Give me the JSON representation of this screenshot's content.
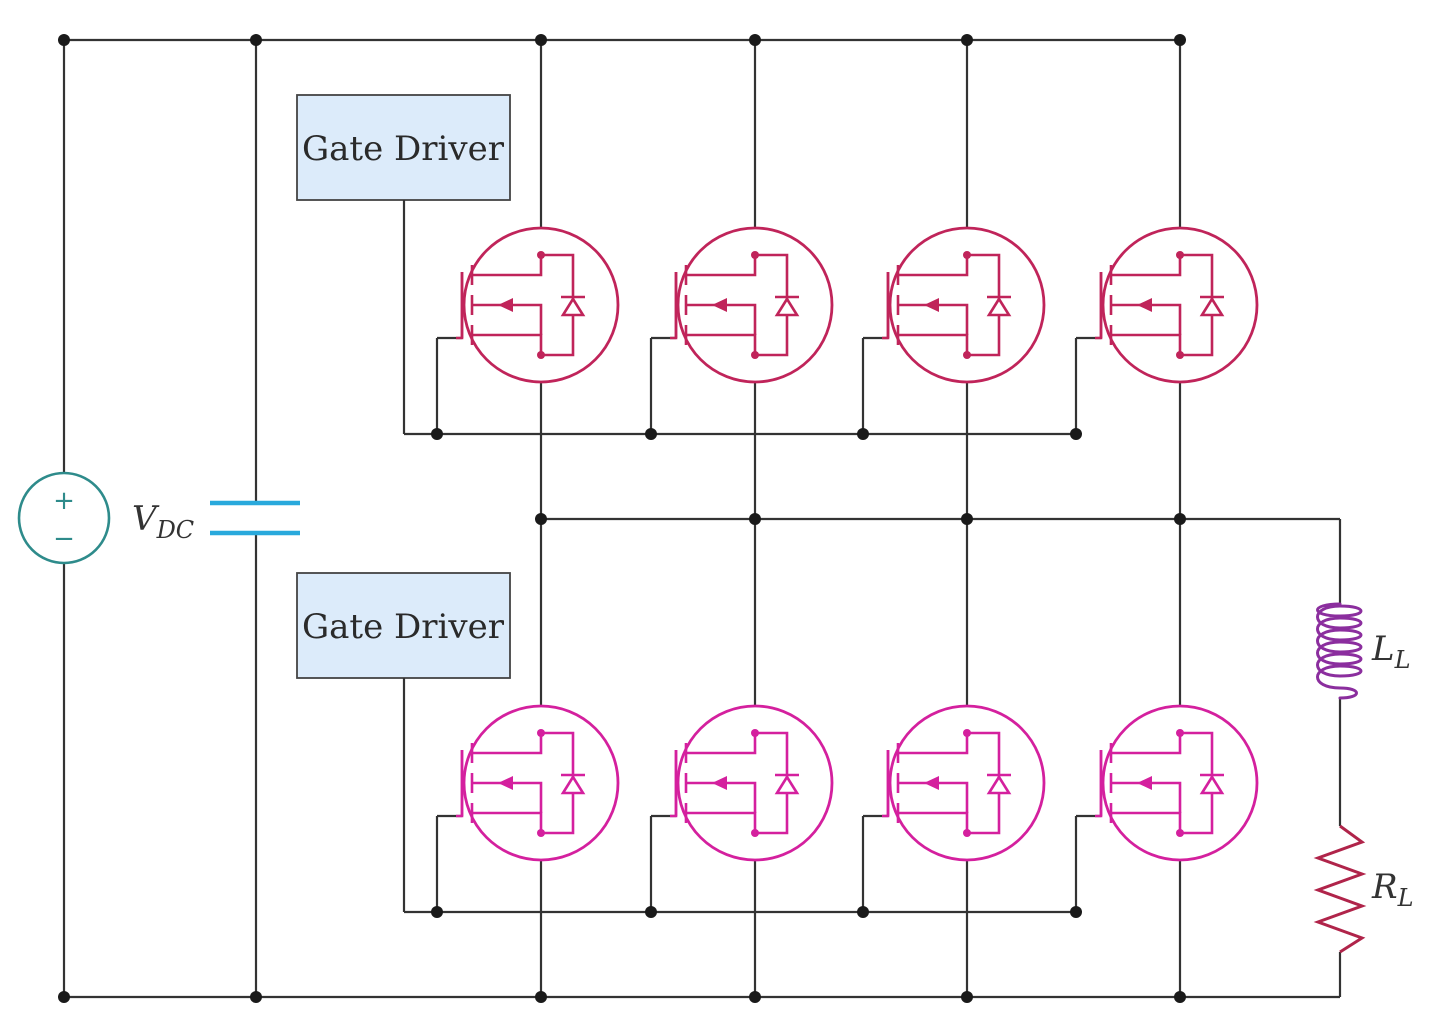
{
  "upper_gate_driver": {
    "label": "Gate Driver"
  },
  "lower_gate_driver": {
    "label": "Gate Driver"
  },
  "source": {
    "symbol": "V",
    "subscript": "DC",
    "plus": "+",
    "minus": "−"
  },
  "load_inductor": {
    "symbol": "L",
    "subscript": "L"
  },
  "load_resistor": {
    "symbol": "R",
    "subscript": "L"
  },
  "colors": {
    "wire": "#333333",
    "upper_mosfets": "#c0245a",
    "lower_mosfets": "#d4209e",
    "source": "#2e8b8b",
    "capacitor": "#29a9dc",
    "inductor": "#8b2e9e",
    "resistor": "#b0244a",
    "gate_driver_fill": "#dcebfa"
  },
  "icons": [
    "dc-voltage-source-icon",
    "capacitor-icon",
    "mosfet-icon",
    "inductor-icon",
    "resistor-icon"
  ]
}
